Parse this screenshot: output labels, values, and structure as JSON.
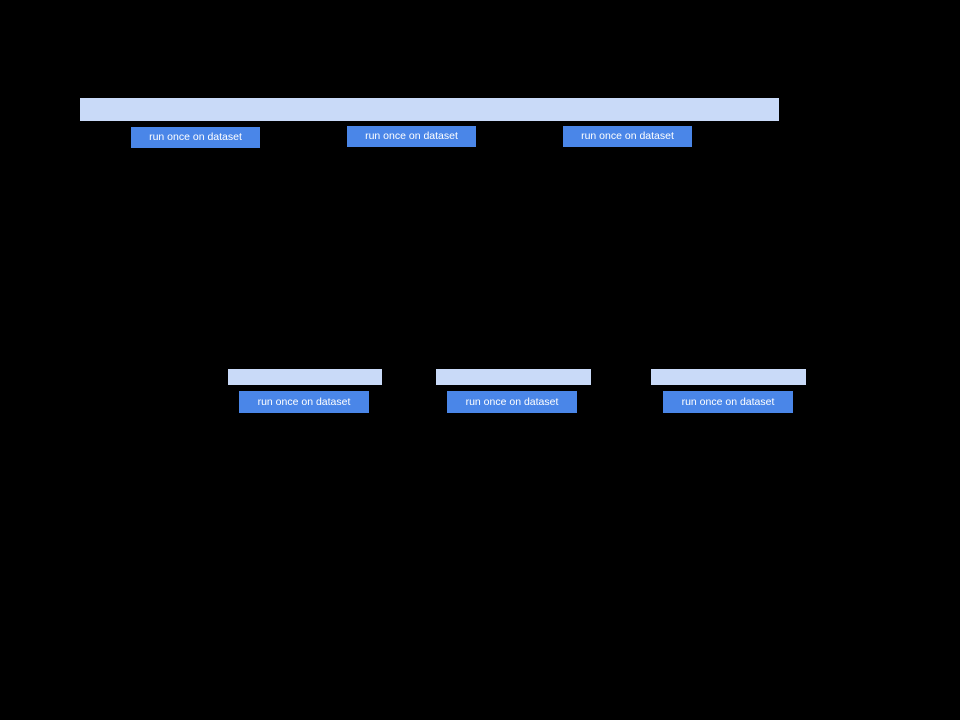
{
  "colors": {
    "background": "#000000",
    "header_bar": "#c9daf8",
    "button_fill": "#4a86e8",
    "button_text": "#ffffff"
  },
  "top_section": {
    "header_bar_label": "",
    "buttons": [
      {
        "label": "run once on dataset"
      },
      {
        "label": "run once on dataset"
      },
      {
        "label": "run once on dataset"
      }
    ]
  },
  "middle_section": {
    "groups": [
      {
        "header_bar_label": "",
        "button_label": "run once on dataset"
      },
      {
        "header_bar_label": "",
        "button_label": "run once on dataset"
      },
      {
        "header_bar_label": "",
        "button_label": "run once on dataset"
      }
    ]
  }
}
